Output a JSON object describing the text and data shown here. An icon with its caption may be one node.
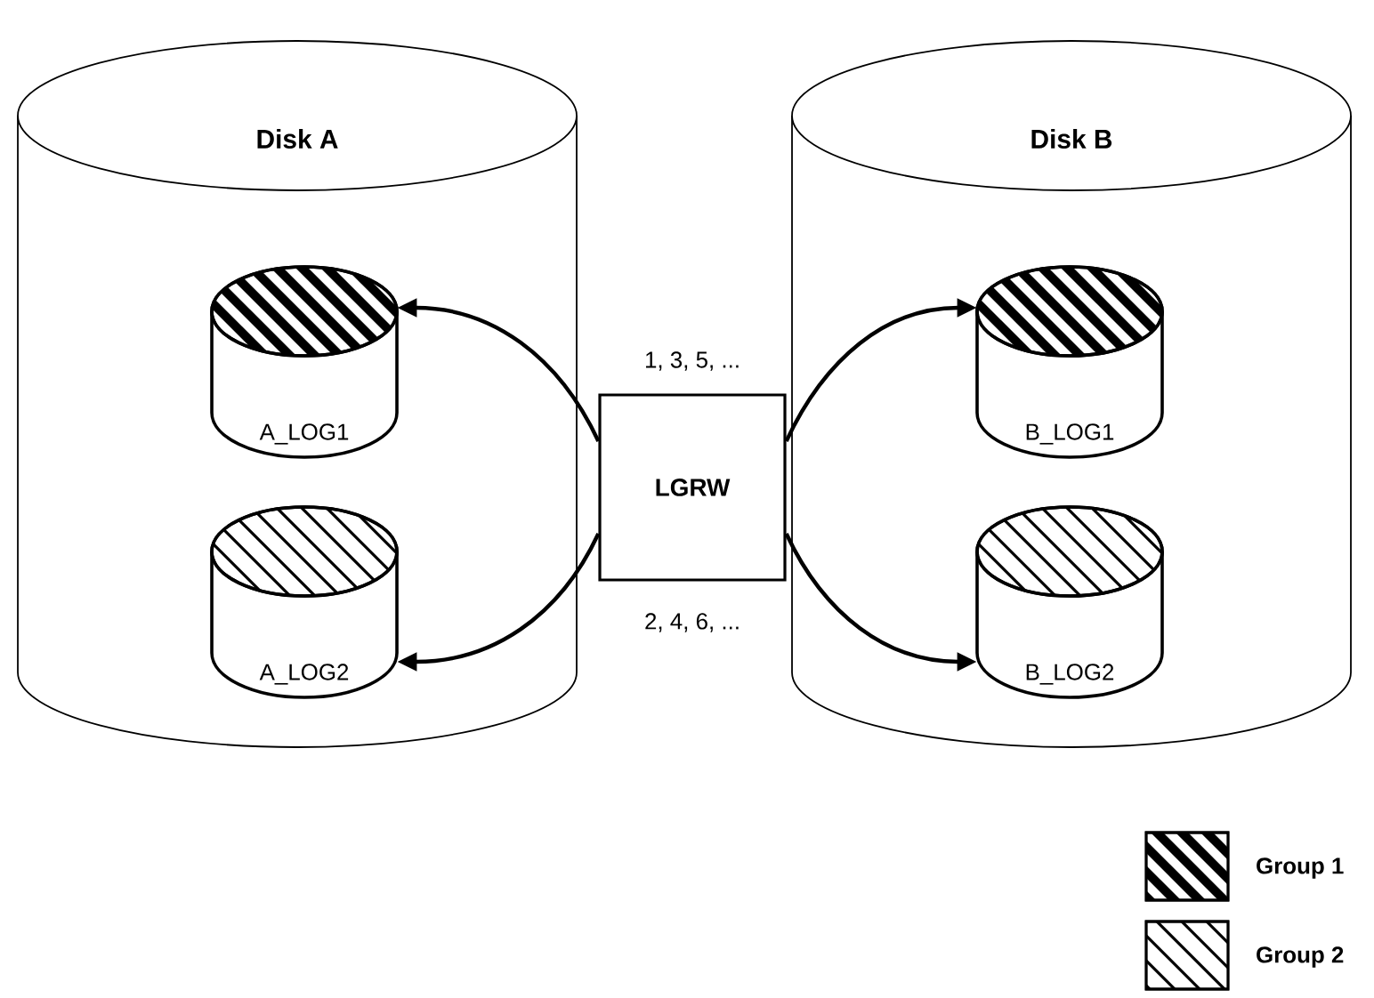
{
  "diagram": {
    "nodes": [
      {
        "text": [
          "Disk A"
        ]
      },
      {
        "text": [
          "A_LOG1"
        ],
        "in": 0
      },
      {
        "text": [
          "A_LOG2"
        ],
        "in": 0
      },
      {
        "text": [
          "LGRW"
        ]
      },
      {
        "text": [
          "Disk B"
        ]
      },
      {
        "text": [
          "B_LOG1"
        ],
        "in": 4
      },
      {
        "text": [
          "B_LOG2"
        ],
        "in": 4
      }
    ],
    "edges": [
      {
        "from": 3,
        "to": 1,
        "arrow": "to"
      },
      {
        "from": 3,
        "to": 2,
        "arrow": "to"
      },
      {
        "from": 3,
        "to": 5,
        "arrow": "to"
      },
      {
        "from": 3,
        "to": 6,
        "arrow": "to"
      }
    ],
    "labels": [
      "1, 3, 5, ...",
      "2, 4, 6, ..."
    ],
    "legend": [
      {
        "text": "Group 1"
      },
      {
        "text": "Group 2"
      }
    ]
  }
}
